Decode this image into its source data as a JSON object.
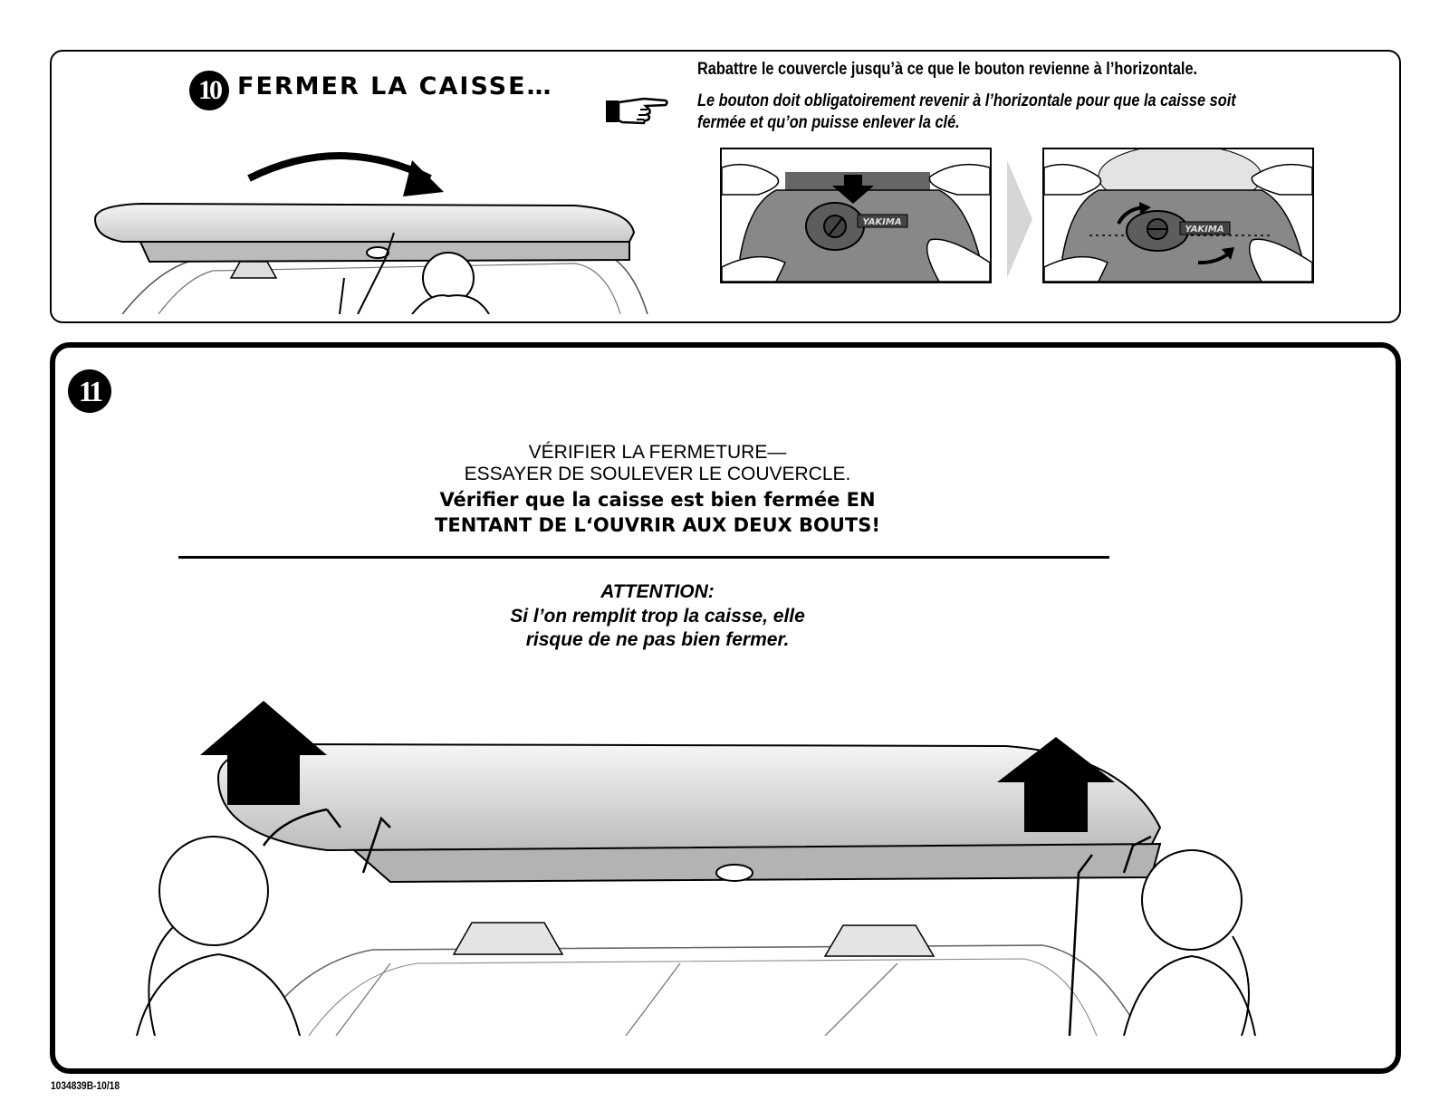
{
  "step10": {
    "number": "10",
    "title": "FERMER LA CAISSE…",
    "instruction": "Rabattre le couvercle jusqu’à ce que le bouton revienne à l’horizontale.",
    "note_line1": "Le bouton doit obligatoirement revenir à l’horizontale pour que la caisse soit",
    "note_line2": "fermée et qu’on puisse enlever la clé.",
    "brand_label": "YAKIMA"
  },
  "step11": {
    "number": "11",
    "check_title_line1": "VÉRIFIER LA FERMETURE—",
    "check_title_line2": "ESSAYER DE SOULEVER LE COUVERCLE.",
    "check_sub_line1": "Vérifier que la caisse est bien fermée EN",
    "check_sub_line2": "TENTANT DE L‘OUVRIR AUX DEUX BOUTS!",
    "attention_title": "ATTENTION:",
    "attention_line1": "Si l’on remplit trop la caisse, elle",
    "attention_line2": "risque de ne pas bien fermer."
  },
  "footer": {
    "doc_code": "1034839B-10/18"
  }
}
